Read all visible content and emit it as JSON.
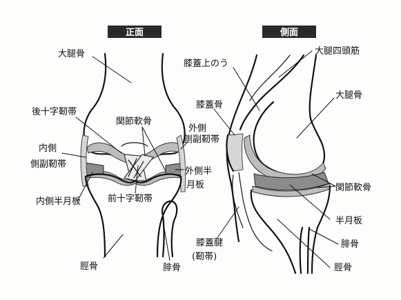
{
  "headers": {
    "front": "正面",
    "side": "側面"
  },
  "front_labels": {
    "femur": "大腿骨",
    "pcl": "後十字靭帯",
    "articular_cartilage": "関節軟骨",
    "lateral_collateral": [
      "外側",
      "側副靭帯"
    ],
    "medial_collateral": [
      "内側",
      "側副靭帯"
    ],
    "lateral_meniscus": [
      "外側半",
      "月板"
    ],
    "medial_meniscus": "内側半月板",
    "acl": "前十字靭帯",
    "tibia": "脛骨",
    "fibula": "腓骨"
  },
  "side_labels": {
    "suprapatellar_bursa": "膝蓋上のう",
    "quadriceps": "大腿四頭筋",
    "patella": "膝蓋骨",
    "femur": "大腿骨",
    "articular_cartilage": "関節軟骨",
    "meniscus": "半月板",
    "patellar_tendon": [
      "膝蓋腱",
      "(靭帯)"
    ],
    "fibula": "腓骨",
    "tibia": "脛骨"
  },
  "colors": {
    "header_bg": "#2a2a2a",
    "cartilage": "#bdbdbd",
    "meniscus": "#8c8c8c",
    "ligament": "#d6d6d6"
  }
}
